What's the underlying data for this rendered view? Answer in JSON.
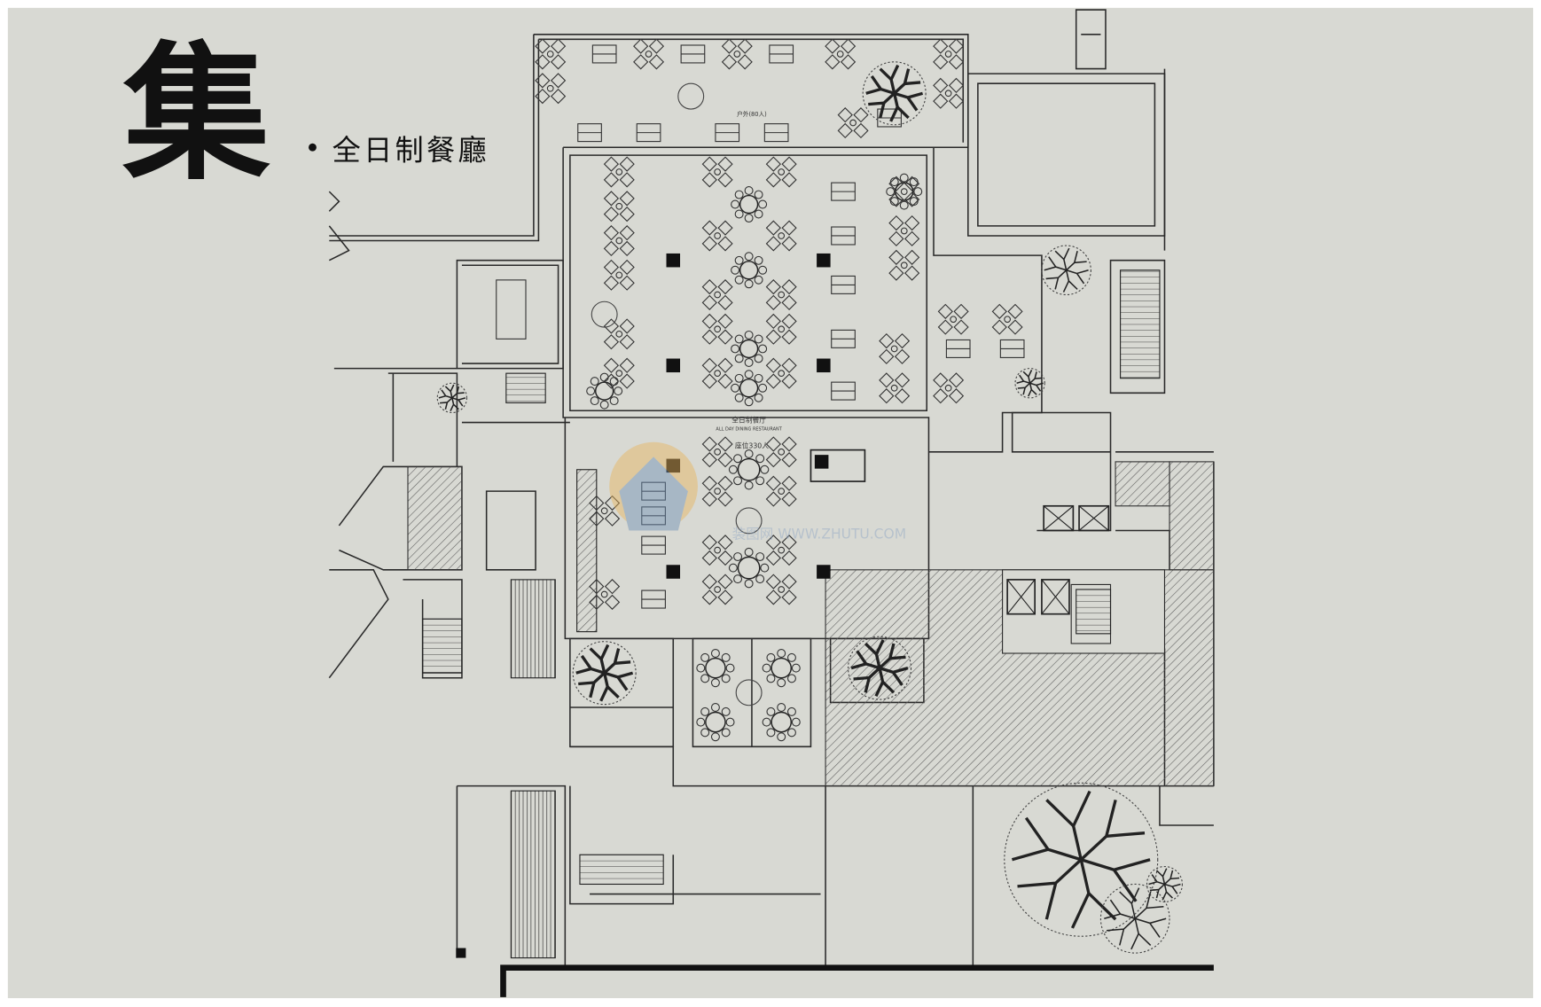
{
  "title": {
    "glyph": "集",
    "subtitle": "全日制餐廳"
  },
  "plan": {
    "main_label": "全日制餐厅",
    "main_label_en": "ALL DAY DINING RESTAURANT",
    "main_capacity": "座位330人",
    "outdoor_label": "户外(80人)"
  },
  "watermark": "装图网 WWW.ZHUTU.COM",
  "colors": {
    "paper": "#d8d9d3",
    "line": "#2a2a2a",
    "hatch": "#555555",
    "watermark_orange": "#e8b45a",
    "watermark_blue": "#6d8fb5"
  }
}
